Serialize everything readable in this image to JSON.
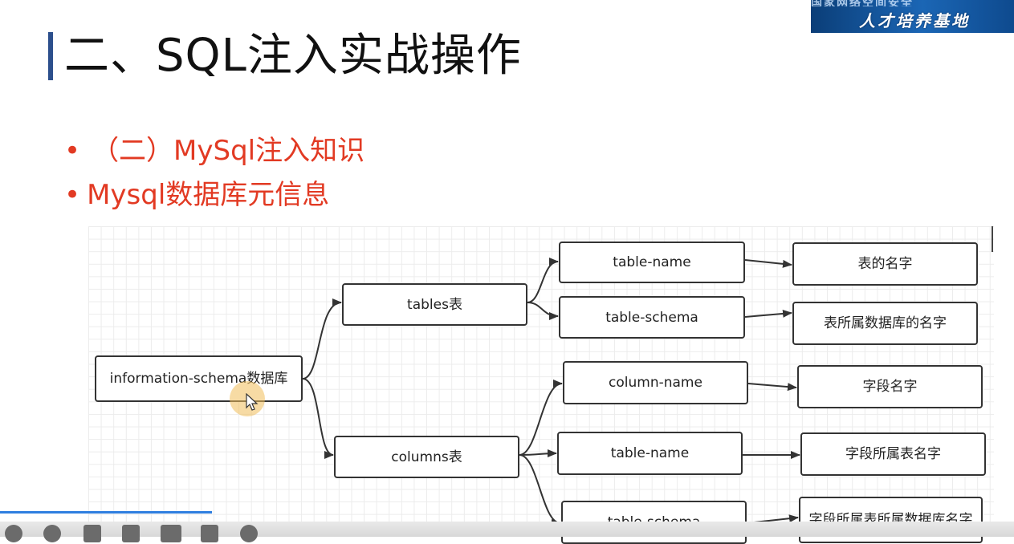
{
  "banner": {
    "top_text": "国家网络空间安全",
    "subtitle": "人才培养基地"
  },
  "slide": {
    "title": "二、SQL注入实战操作",
    "bullets": [
      "（二）MySql注入知识",
      "Mysql数据库元信息"
    ]
  },
  "diagram": {
    "root": "information-schema数据库",
    "tables": "tables表",
    "columns": "columns表",
    "tables_fields": [
      "table-name",
      "table-schema"
    ],
    "tables_desc": [
      "表的名字",
      "表所属数据库的名字"
    ],
    "columns_fields": [
      "column-name",
      "table-name",
      "table-schema"
    ],
    "columns_desc": [
      "字段名字",
      "字段所属表名字",
      "字段所属表所属数据库名字"
    ]
  },
  "toolbar": {
    "icons": [
      "prev-icon",
      "next-icon",
      "pen-icon",
      "screenshot-icon",
      "camera-icon",
      "save-icon",
      "more-icon"
    ]
  },
  "colors": {
    "accent_red": "#e23a23",
    "title_bar": "#2c4f8c",
    "progress": "#2f7fe0"
  }
}
